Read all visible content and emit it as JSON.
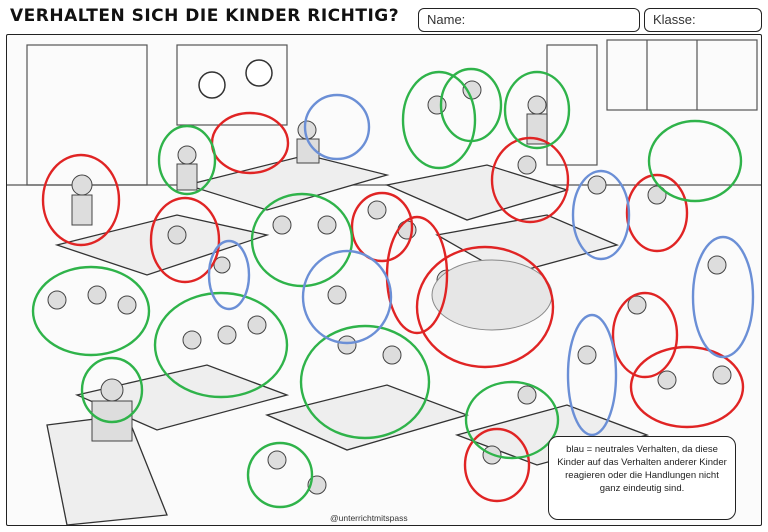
{
  "header": {
    "title": "VERHALTEN SICH DIE KINDER RICHTIG?",
    "name_label": "Name:",
    "class_label": "Klasse:"
  },
  "legend": {
    "text": "blau = neutrales Verhalten, da diese Kinder auf das Verhalten anderer Kinder reagieren oder die Handlungen nicht ganz eindeutig sind."
  },
  "footer": {
    "credit": "@unterrichtmitspass"
  },
  "colors": {
    "good": "#2fb34a",
    "bad": "#e02424",
    "neutral": "#6b8fd6"
  }
}
